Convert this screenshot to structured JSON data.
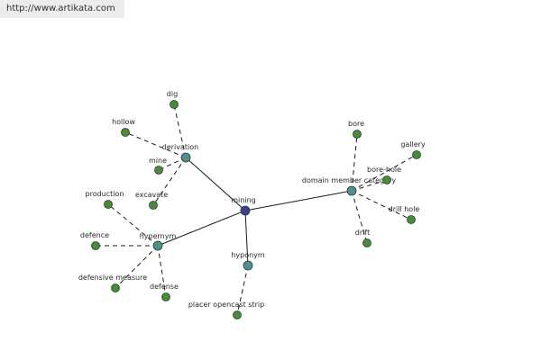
{
  "header": {
    "url": "http://www.artikata.com"
  },
  "colors": {
    "center": "#3c3f99",
    "relation": "#4f8f8f",
    "word": "#4a8a3c"
  },
  "graph": {
    "nodes": [
      {
        "id": "mining",
        "label": "mining",
        "kind": "center"
      },
      {
        "id": "derivation",
        "label": "derivation",
        "kind": "relation"
      },
      {
        "id": "hypernym",
        "label": "hypernym",
        "kind": "relation"
      },
      {
        "id": "hyponym",
        "label": "hyponym",
        "kind": "relation"
      },
      {
        "id": "domain",
        "label": "domain member category",
        "kind": "relation"
      },
      {
        "id": "dig",
        "label": "dig",
        "kind": "word"
      },
      {
        "id": "hollow",
        "label": "hollow",
        "kind": "word"
      },
      {
        "id": "mine",
        "label": "mine",
        "kind": "word"
      },
      {
        "id": "excavate",
        "label": "excavate",
        "kind": "word"
      },
      {
        "id": "production",
        "label": "production",
        "kind": "word"
      },
      {
        "id": "defence",
        "label": "defence",
        "kind": "word"
      },
      {
        "id": "defensive-measure",
        "label": "defensive measure",
        "kind": "word"
      },
      {
        "id": "defense",
        "label": "defense",
        "kind": "word"
      },
      {
        "id": "placer",
        "label": "placer opencast strip",
        "kind": "word"
      },
      {
        "id": "bore",
        "label": "bore",
        "kind": "word"
      },
      {
        "id": "gallery",
        "label": "gallery",
        "kind": "word"
      },
      {
        "id": "bore-hole",
        "label": "bore-hole",
        "kind": "word"
      },
      {
        "id": "drill-hole",
        "label": "drill hole",
        "kind": "word"
      },
      {
        "id": "drift",
        "label": "drift",
        "kind": "word"
      }
    ],
    "edges": [
      {
        "from": "mining",
        "to": "derivation",
        "style": "solid"
      },
      {
        "from": "mining",
        "to": "hypernym",
        "style": "solid"
      },
      {
        "from": "mining",
        "to": "hyponym",
        "style": "solid"
      },
      {
        "from": "mining",
        "to": "domain",
        "style": "solid"
      },
      {
        "from": "derivation",
        "to": "dig",
        "style": "dashed"
      },
      {
        "from": "derivation",
        "to": "hollow",
        "style": "dashed"
      },
      {
        "from": "derivation",
        "to": "mine",
        "style": "dashed"
      },
      {
        "from": "derivation",
        "to": "excavate",
        "style": "dashed"
      },
      {
        "from": "hypernym",
        "to": "production",
        "style": "dashed"
      },
      {
        "from": "hypernym",
        "to": "defence",
        "style": "dashed"
      },
      {
        "from": "hypernym",
        "to": "defensive-measure",
        "style": "dashed"
      },
      {
        "from": "hypernym",
        "to": "defense",
        "style": "dashed"
      },
      {
        "from": "hyponym",
        "to": "placer",
        "style": "dashed"
      },
      {
        "from": "domain",
        "to": "bore",
        "style": "dashed"
      },
      {
        "from": "domain",
        "to": "gallery",
        "style": "dashed"
      },
      {
        "from": "domain",
        "to": "bore-hole",
        "style": "dashed"
      },
      {
        "from": "domain",
        "to": "drill-hole",
        "style": "dashed"
      },
      {
        "from": "domain",
        "to": "drift",
        "style": "dashed"
      }
    ]
  }
}
